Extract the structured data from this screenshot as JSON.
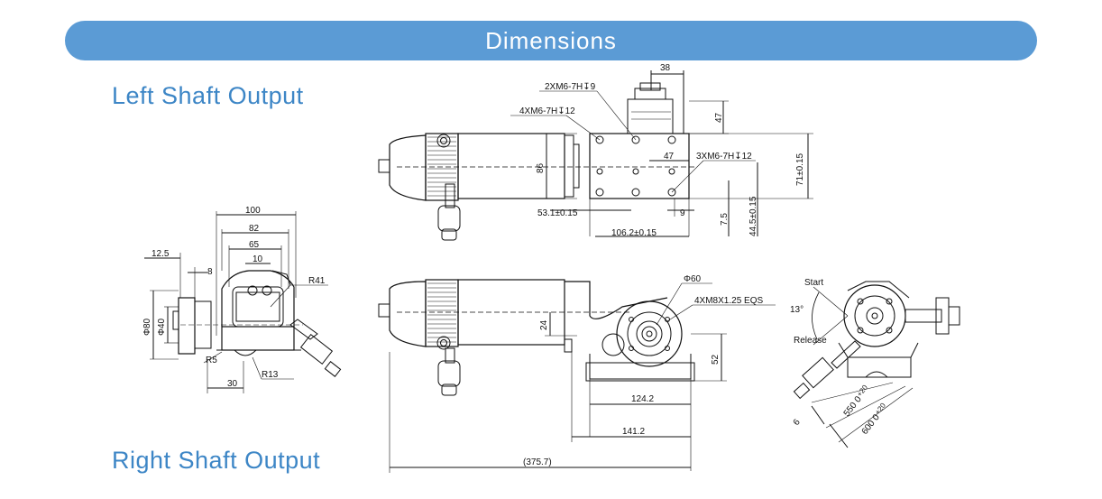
{
  "colors": {
    "accent": "#5b9bd5",
    "title_text": "#3d86c6",
    "line": "#111111"
  },
  "header": {
    "title": "Dimensions"
  },
  "sections": {
    "left_shaft_output": "Left Shaft Output",
    "right_shaft_output": "Right Shaft Output"
  },
  "top_view": {
    "dims": {
      "d38": "38",
      "hole1": "2XM6-7H↧9",
      "hole2": "4XM6-7H↧12",
      "d47v": "47",
      "d47h": "47",
      "hole3": "3XM6-7H↧12",
      "d86": "86",
      "d71": "71±0.15",
      "d53": "53.1±0.15",
      "d9": "9",
      "d75": "7.5",
      "d445": "44.5±0.15",
      "d1062": "106.2±0.15"
    }
  },
  "end_view": {
    "dims": {
      "d100": "100",
      "d82": "82",
      "d65": "65",
      "d10": "10",
      "d125": "12.5",
      "d8": "8",
      "r41": "R41",
      "phi80": "Φ80",
      "phi40": "Φ40",
      "r5": "R5",
      "r13": "R13",
      "d30": "30"
    }
  },
  "side_view": {
    "dims": {
      "phi60": "Φ60",
      "bolt": "4XM8X1.25 EQS",
      "d24": "24",
      "d52": "52",
      "d1242": "124.2",
      "d1412": "141.2",
      "d3757": "(375.7)"
    }
  },
  "rotation_view": {
    "labels": {
      "start": "Start",
      "angle": "13°",
      "release": "Release",
      "d550": "550 0",
      "tol550": "+20",
      "d600": "600 0",
      "tol600": "+20",
      "d6": "6"
    }
  }
}
